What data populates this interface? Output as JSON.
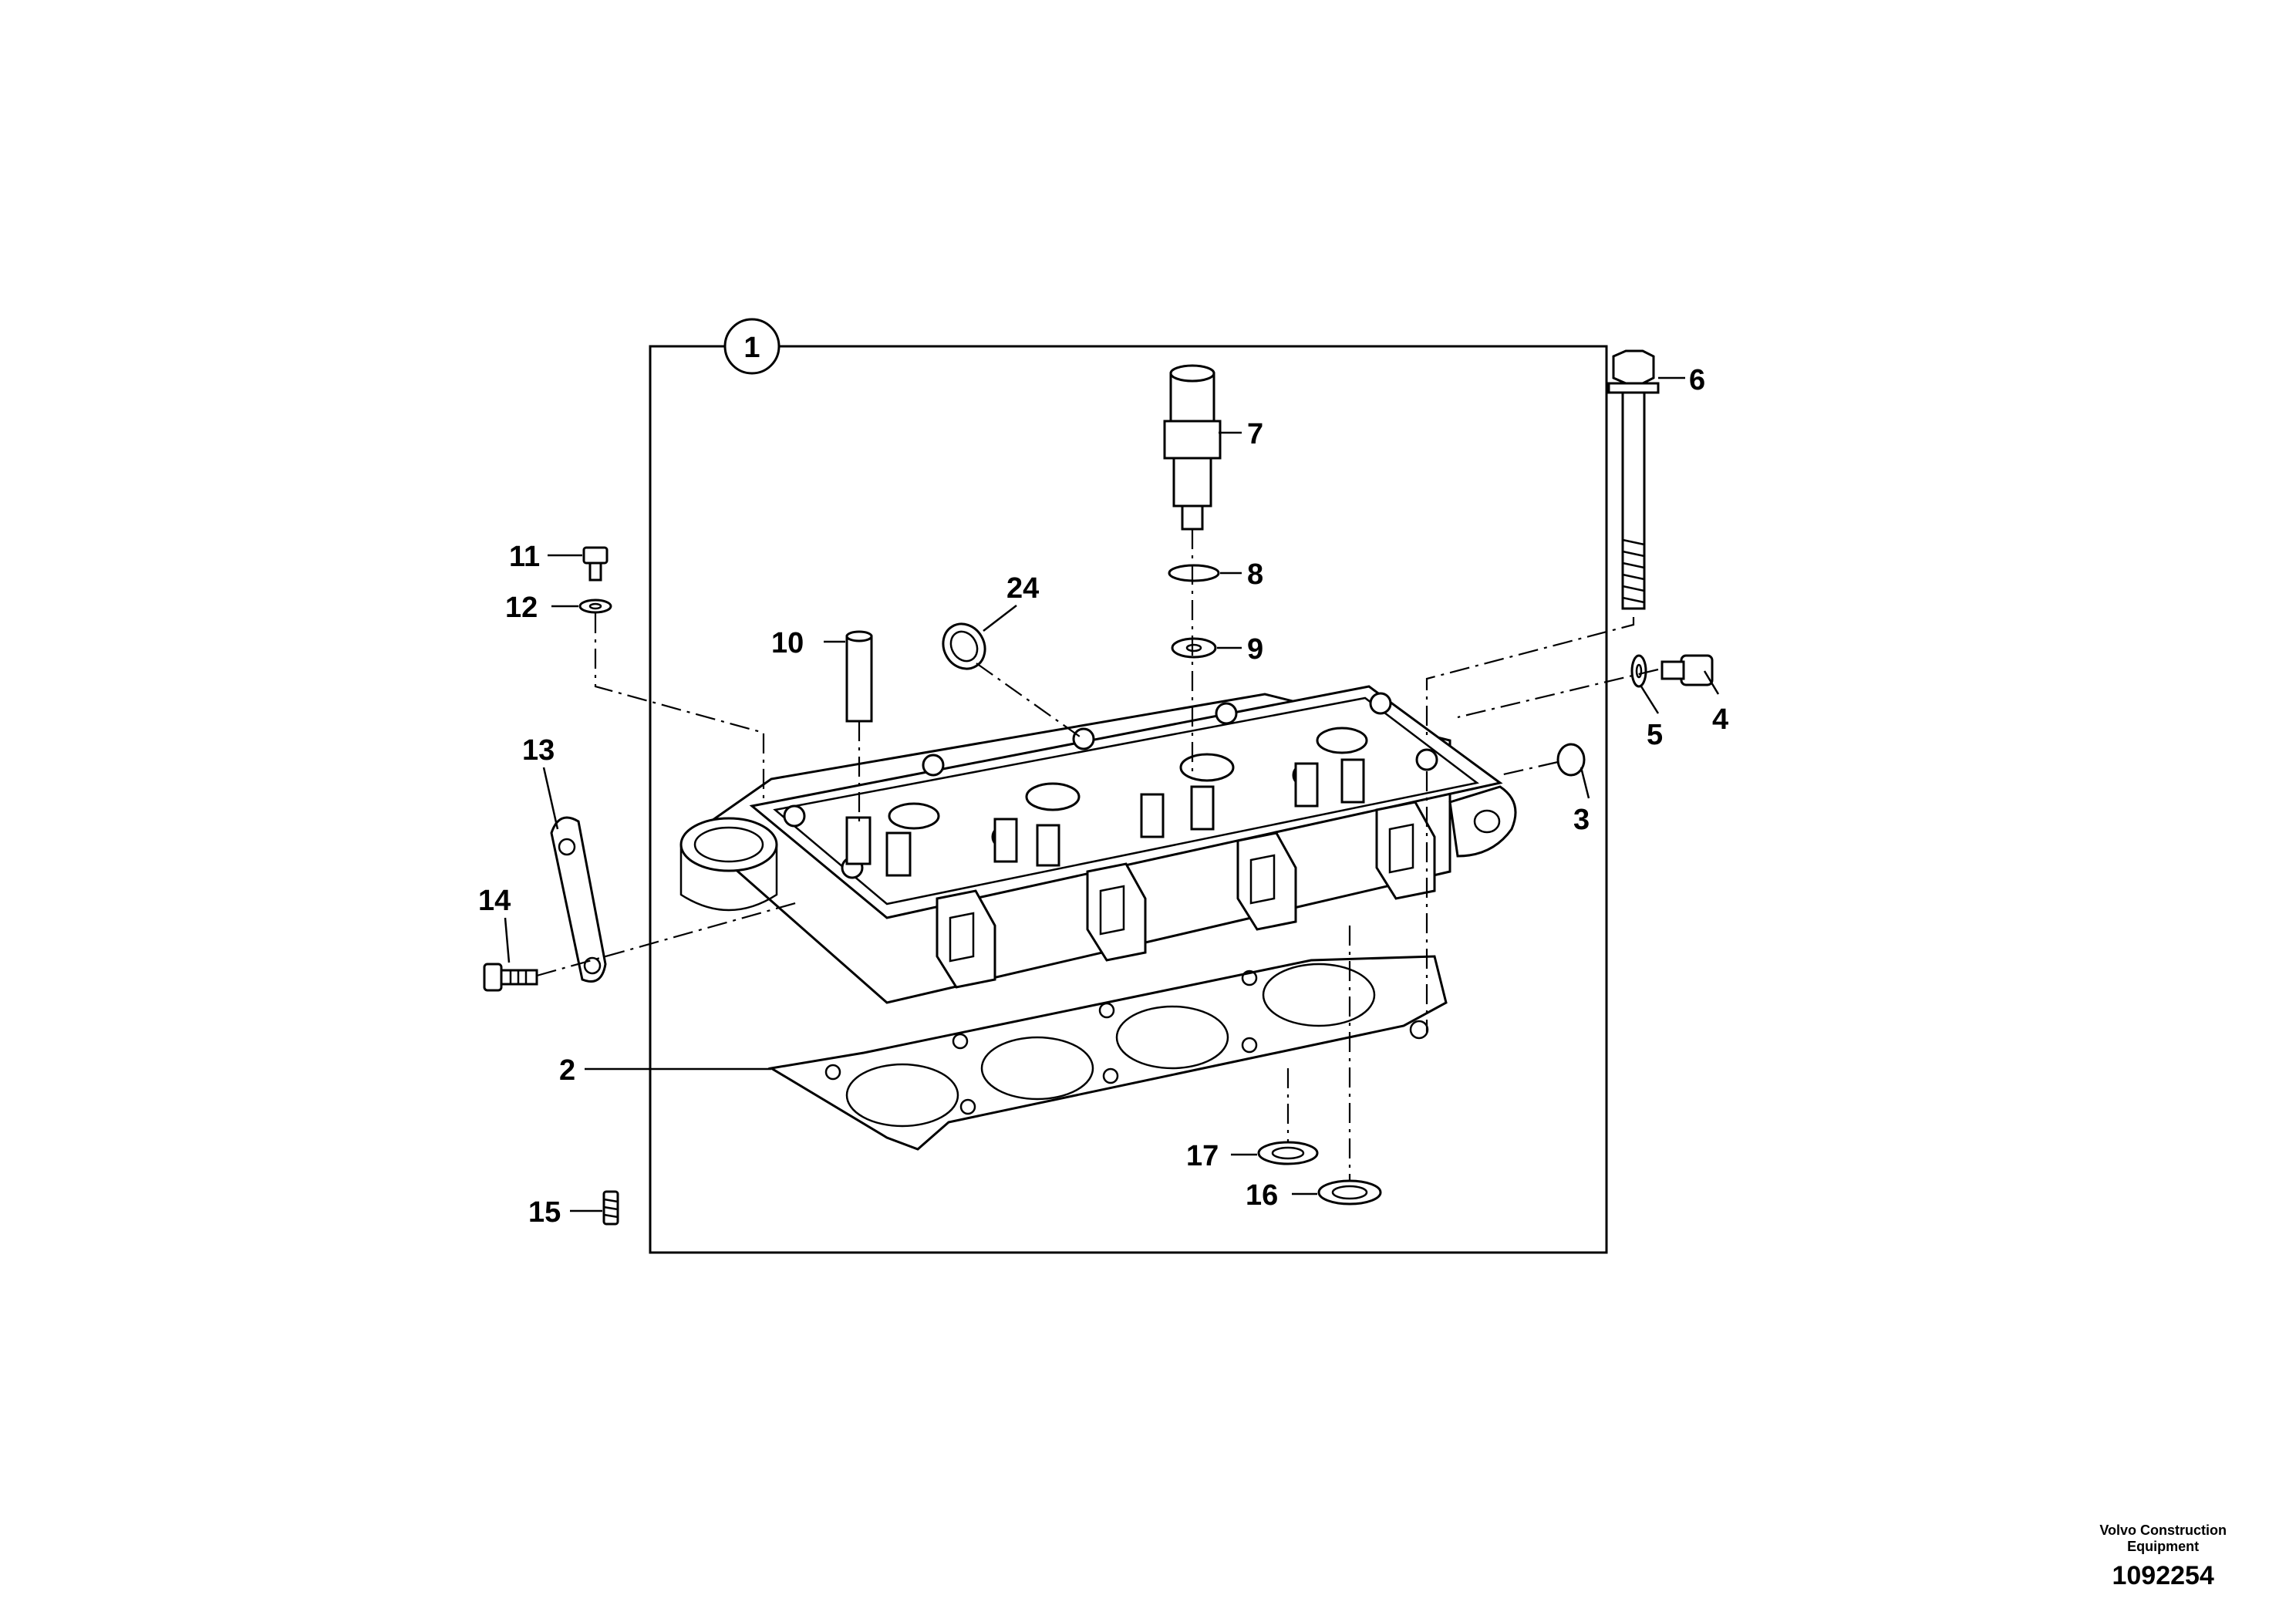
{
  "callouts": {
    "c1": "1",
    "c2": "2",
    "c3": "3",
    "c4": "4",
    "c5": "5",
    "c6": "6",
    "c7": "7",
    "c8": "8",
    "c9": "9",
    "c10": "10",
    "c11": "11",
    "c12": "12",
    "c13": "13",
    "c14": "14",
    "c15": "15",
    "c16": "16",
    "c17": "17",
    "c24": "24"
  },
  "footer": {
    "brand_line1": "Volvo Construction",
    "brand_line2": "Equipment",
    "drawing_number": "1092254"
  }
}
